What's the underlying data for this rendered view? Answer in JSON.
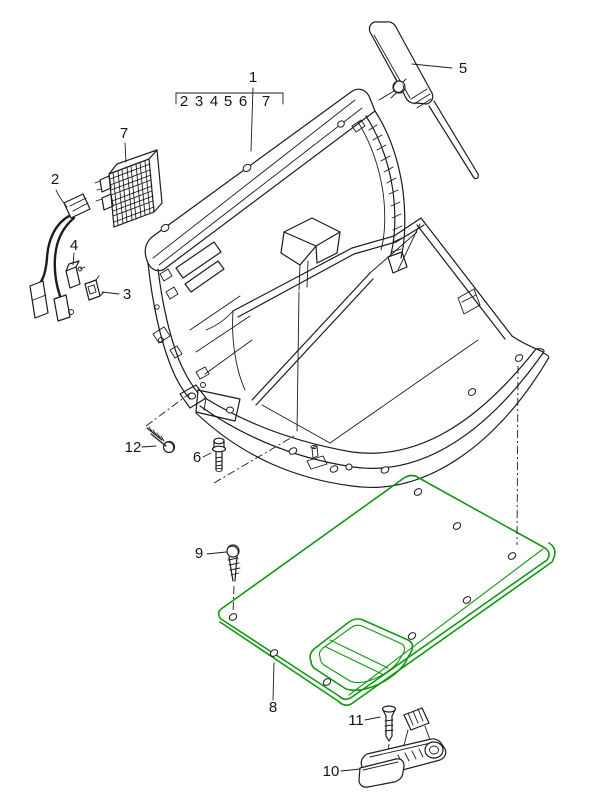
{
  "diagram": {
    "type": "exploded-parts-diagram",
    "background_color": "#ffffff",
    "line_color": "#1c1c1c",
    "highlight_color": "#129812",
    "callouts": {
      "n1": "1",
      "n2": "2",
      "n3": "3",
      "n4": "4",
      "n5": "5",
      "n6": "6",
      "n7": "7",
      "n8": "8",
      "n9": "9",
      "n10": "10",
      "n11": "11",
      "n12": "12"
    },
    "assembly_group": {
      "parent": "1",
      "items": [
        "2",
        "3",
        "4",
        "5",
        "6",
        "7"
      ]
    }
  }
}
